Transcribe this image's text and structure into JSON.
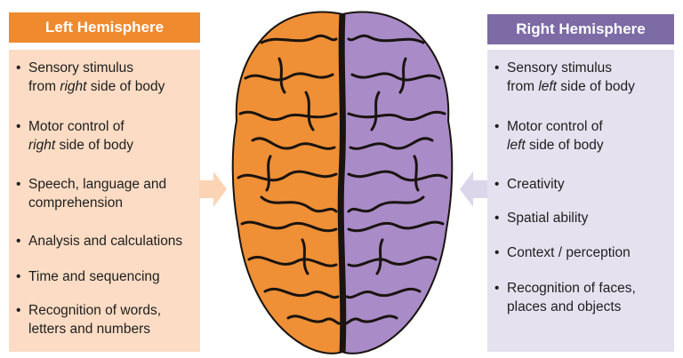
{
  "left": {
    "title": "Left Hemisphere",
    "color": "#ef8a2e",
    "panel_color": "#fcdcc4",
    "items": [
      {
        "line1": "Sensory stimulus",
        "line2_pre": "from ",
        "line2_em": "right",
        "line2_post": " side of body"
      },
      {
        "line1": "Motor control of",
        "line2_pre": "",
        "line2_em": "right",
        "line2_post": " side of body"
      },
      {
        "line1": "Speech, language and",
        "line2_pre": "comprehension",
        "line2_em": "",
        "line2_post": ""
      },
      {
        "line1": "Analysis and calculations"
      },
      {
        "line1": "Time and sequencing"
      },
      {
        "line1": "Recognition of words,",
        "line2_pre": "letters and numbers",
        "line2_em": "",
        "line2_post": ""
      }
    ]
  },
  "right": {
    "title": "Right Hemisphere",
    "color": "#7d6ba6",
    "panel_color": "#e6e1ef",
    "items": [
      {
        "line1": "Sensory stimulus",
        "line2_pre": "from ",
        "line2_em": "left",
        "line2_post": " side of body"
      },
      {
        "line1": "Motor control of",
        "line2_pre": "",
        "line2_em": "left",
        "line2_post": " side of body"
      },
      {
        "line1": "Creativity"
      },
      {
        "line1": "Spatial ability"
      },
      {
        "line1": "Context / perception"
      },
      {
        "line1": "Recognition of faces,",
        "line2_pre": "places and objects",
        "line2_em": "",
        "line2_post": ""
      }
    ]
  },
  "brain": {
    "left_color": "#ef8f36",
    "right_color": "#a98bc8",
    "fold_color": "#1a1410"
  },
  "bullet": "•"
}
